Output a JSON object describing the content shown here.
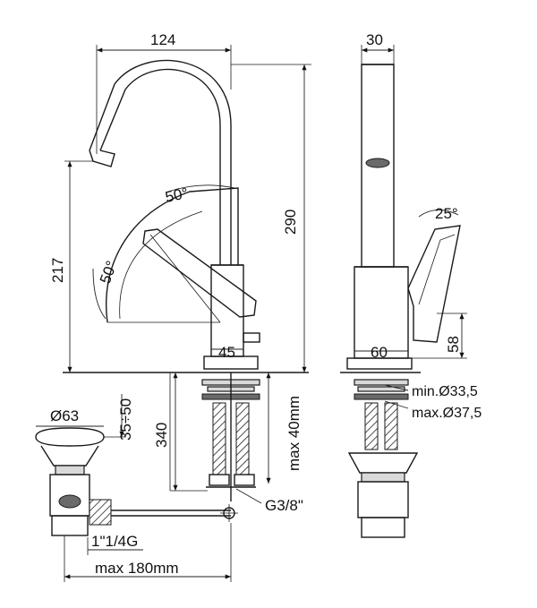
{
  "dimensions": {
    "spout_reach": "124",
    "side_width": "30",
    "total_height": "290",
    "spout_height": "217",
    "spout_angle": "50°",
    "lever_angle": "50°",
    "side_lever_angle": "25°",
    "body_width": "45",
    "side_body_width": "60",
    "lever_height": "58",
    "hole_min": "min.Ø33,5",
    "hole_max": "max.Ø37,5",
    "shank_length": "340",
    "max_deck": "max 40mm",
    "connection": "G3/8\"",
    "waste_diameter": "Ø63",
    "waste_range": "35÷50",
    "waste_thread": "1\"1/4G",
    "max_rod": "max 180mm"
  }
}
